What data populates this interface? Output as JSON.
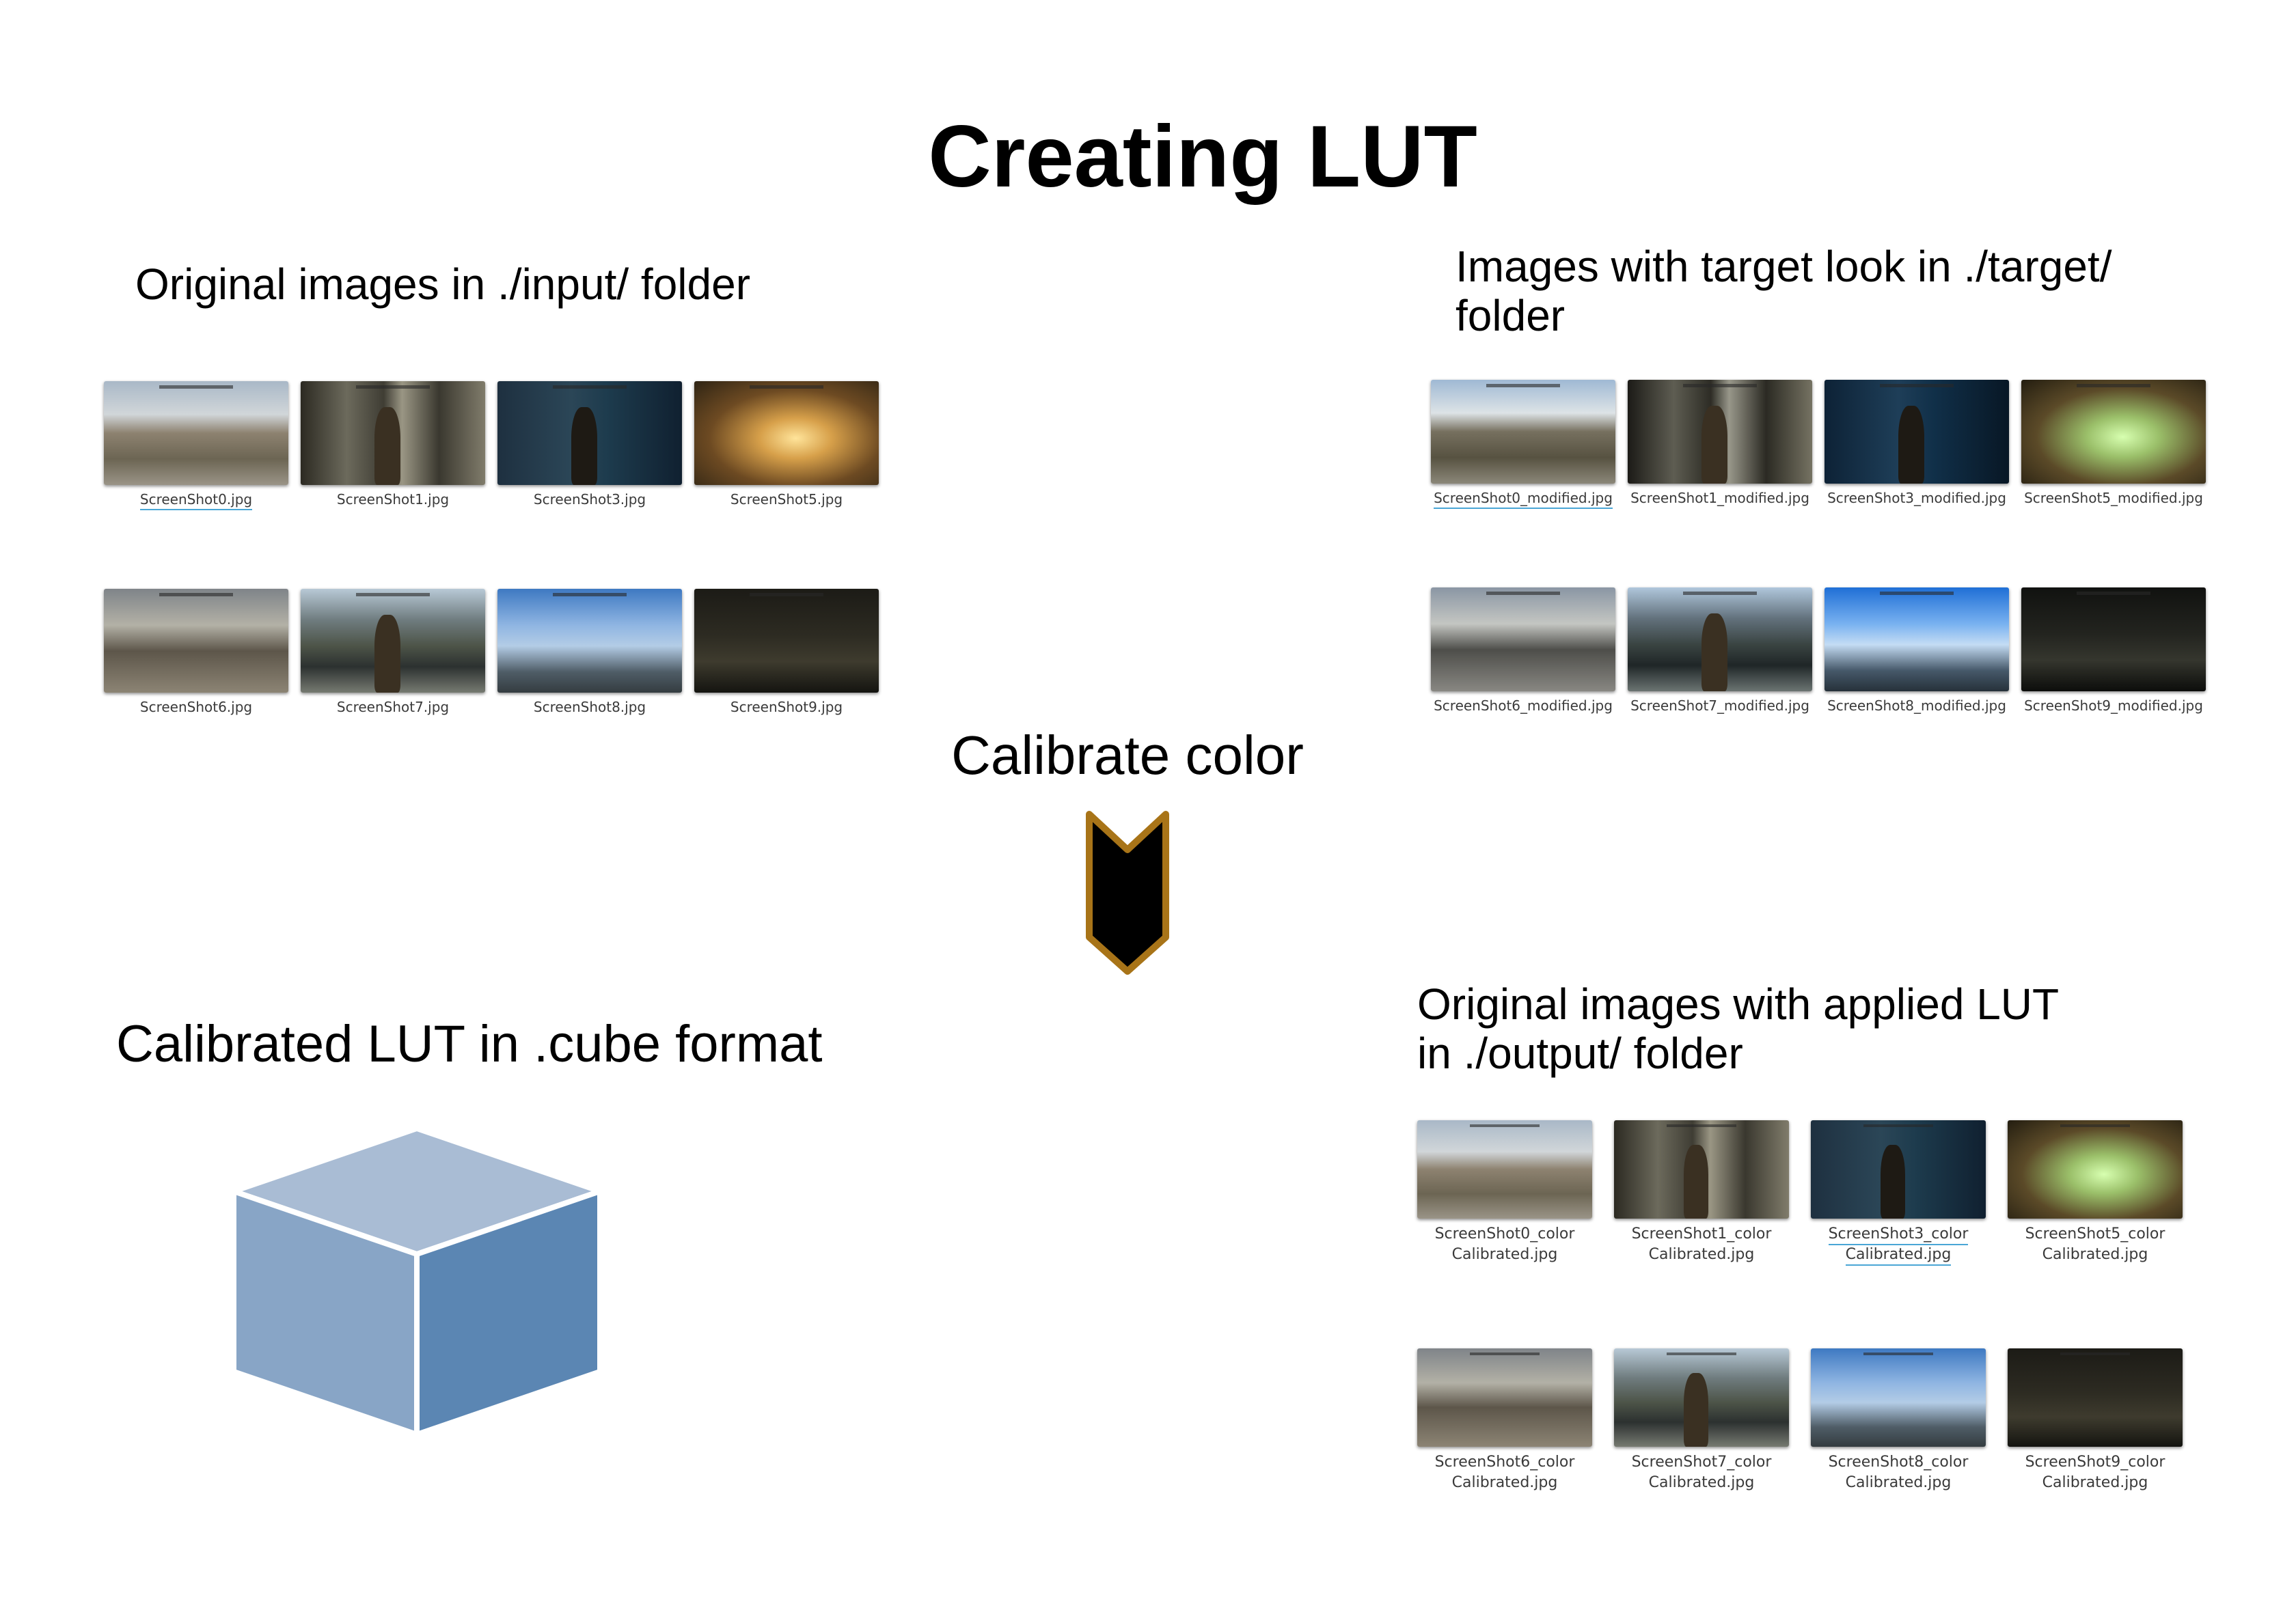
{
  "title": "Creating LUT",
  "input_section": {
    "title": "Original images in ./input/ folder",
    "images": [
      {
        "label": "ScreenShot0.jpg",
        "scene": "town",
        "selected": true
      },
      {
        "label": "ScreenShot1.jpg",
        "scene": "hall"
      },
      {
        "label": "ScreenShot3.jpg",
        "scene": "night"
      },
      {
        "label": "ScreenShot5.jpg",
        "scene": "fire"
      },
      {
        "label": "ScreenShot6.jpg",
        "scene": "ruins"
      },
      {
        "label": "ScreenShot7.jpg",
        "scene": "tree"
      },
      {
        "label": "ScreenShot8.jpg",
        "scene": "sky"
      },
      {
        "label": "ScreenShot9.jpg",
        "scene": "dark"
      }
    ]
  },
  "target_section": {
    "title_line1": "Images with target look in ./target/",
    "title_line2": "folder",
    "images": [
      {
        "label": "ScreenShot0_modified.jpg",
        "scene": "town-m",
        "selected": true
      },
      {
        "label": "ScreenShot1_modified.jpg",
        "scene": "hall-m"
      },
      {
        "label": "ScreenShot3_modified.jpg",
        "scene": "night-m"
      },
      {
        "label": "ScreenShot5_modified.jpg",
        "scene": "fire-m"
      },
      {
        "label": "ScreenShot6_modified.jpg",
        "scene": "ruins-m"
      },
      {
        "label": "ScreenShot7_modified.jpg",
        "scene": "tree-m"
      },
      {
        "label": "ScreenShot8_modified.jpg",
        "scene": "sky-m"
      },
      {
        "label": "ScreenShot9_modified.jpg",
        "scene": "dark-m"
      }
    ]
  },
  "calibrate": {
    "label": "Calibrate color",
    "arrow_icon": "chevron-down-arrow-icon",
    "arrow_fill": "#000000",
    "arrow_stroke": "#a87418"
  },
  "lut_section": {
    "title": "Calibrated LUT in .cube format",
    "cube_icon": "cube-icon",
    "colors": {
      "top": "#a9bcd4",
      "left": "#88a5c6",
      "right": "#5b86b3"
    }
  },
  "output_section": {
    "title_line1": "Original images with applied LUT",
    "title_line2": "in ./output/ folder",
    "images": [
      {
        "label": "ScreenShot0_color\nCalibrated.jpg",
        "scene": "town"
      },
      {
        "label": "ScreenShot1_color\nCalibrated.jpg",
        "scene": "hall"
      },
      {
        "label": "ScreenShot3_color\nCalibrated.jpg",
        "scene": "night",
        "selected": true
      },
      {
        "label": "ScreenShot5_color\nCalibrated.jpg",
        "scene": "fire-m"
      },
      {
        "label": "ScreenShot6_color\nCalibrated.jpg",
        "scene": "ruins"
      },
      {
        "label": "ScreenShot7_color\nCalibrated.jpg",
        "scene": "tree"
      },
      {
        "label": "ScreenShot8_color\nCalibrated.jpg",
        "scene": "sky"
      },
      {
        "label": "ScreenShot9_color\nCalibrated.jpg",
        "scene": "dark"
      }
    ]
  }
}
